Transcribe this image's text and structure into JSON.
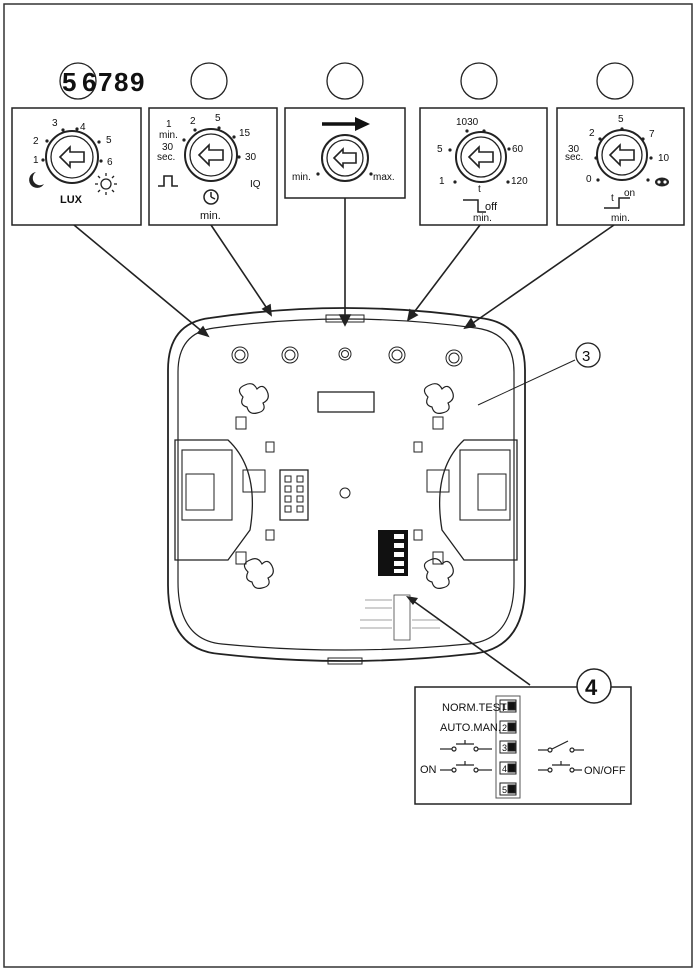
{
  "panels": {
    "p1": {
      "number": "5",
      "scale": [
        "1",
        "2",
        "3",
        "4",
        "5",
        "6"
      ],
      "moon": "moon-icon",
      "sun": "sun-icon",
      "unit": "LUX"
    },
    "p2": {
      "number": "6",
      "scale_left": [
        "1",
        "min.",
        "30",
        "sec."
      ],
      "scale_top": [
        "2",
        "5",
        "15",
        "30"
      ],
      "pulse": "pulse-icon",
      "iq": "IQ",
      "clock": "clock-icon",
      "unit": "min."
    },
    "p3": {
      "number": "7",
      "arrow": "arrow-right-icon",
      "min": "min.",
      "max": "max."
    },
    "p4": {
      "number": "8",
      "scale": [
        "1030",
        "5",
        "60",
        "1",
        "120"
      ],
      "t_label": "t",
      "off_label": "off",
      "unit": "min.",
      "step": "step-off-icon"
    },
    "p5": {
      "number": "9",
      "scale": [
        "5",
        "2",
        "7",
        "30",
        "sec.",
        "10",
        "0"
      ],
      "t_label": "t",
      "on_label": "on",
      "unit": "min.",
      "special": "infinity-icon",
      "step": "step-on-icon"
    }
  },
  "device": {
    "number": "3"
  },
  "switch_detail": {
    "number": "4",
    "labels": [
      "NORM.TEST",
      "AUTO.MAN.",
      "ON",
      "ON/OFF"
    ],
    "switch_numbers": [
      "1",
      "2",
      "3",
      "4",
      "5"
    ]
  }
}
